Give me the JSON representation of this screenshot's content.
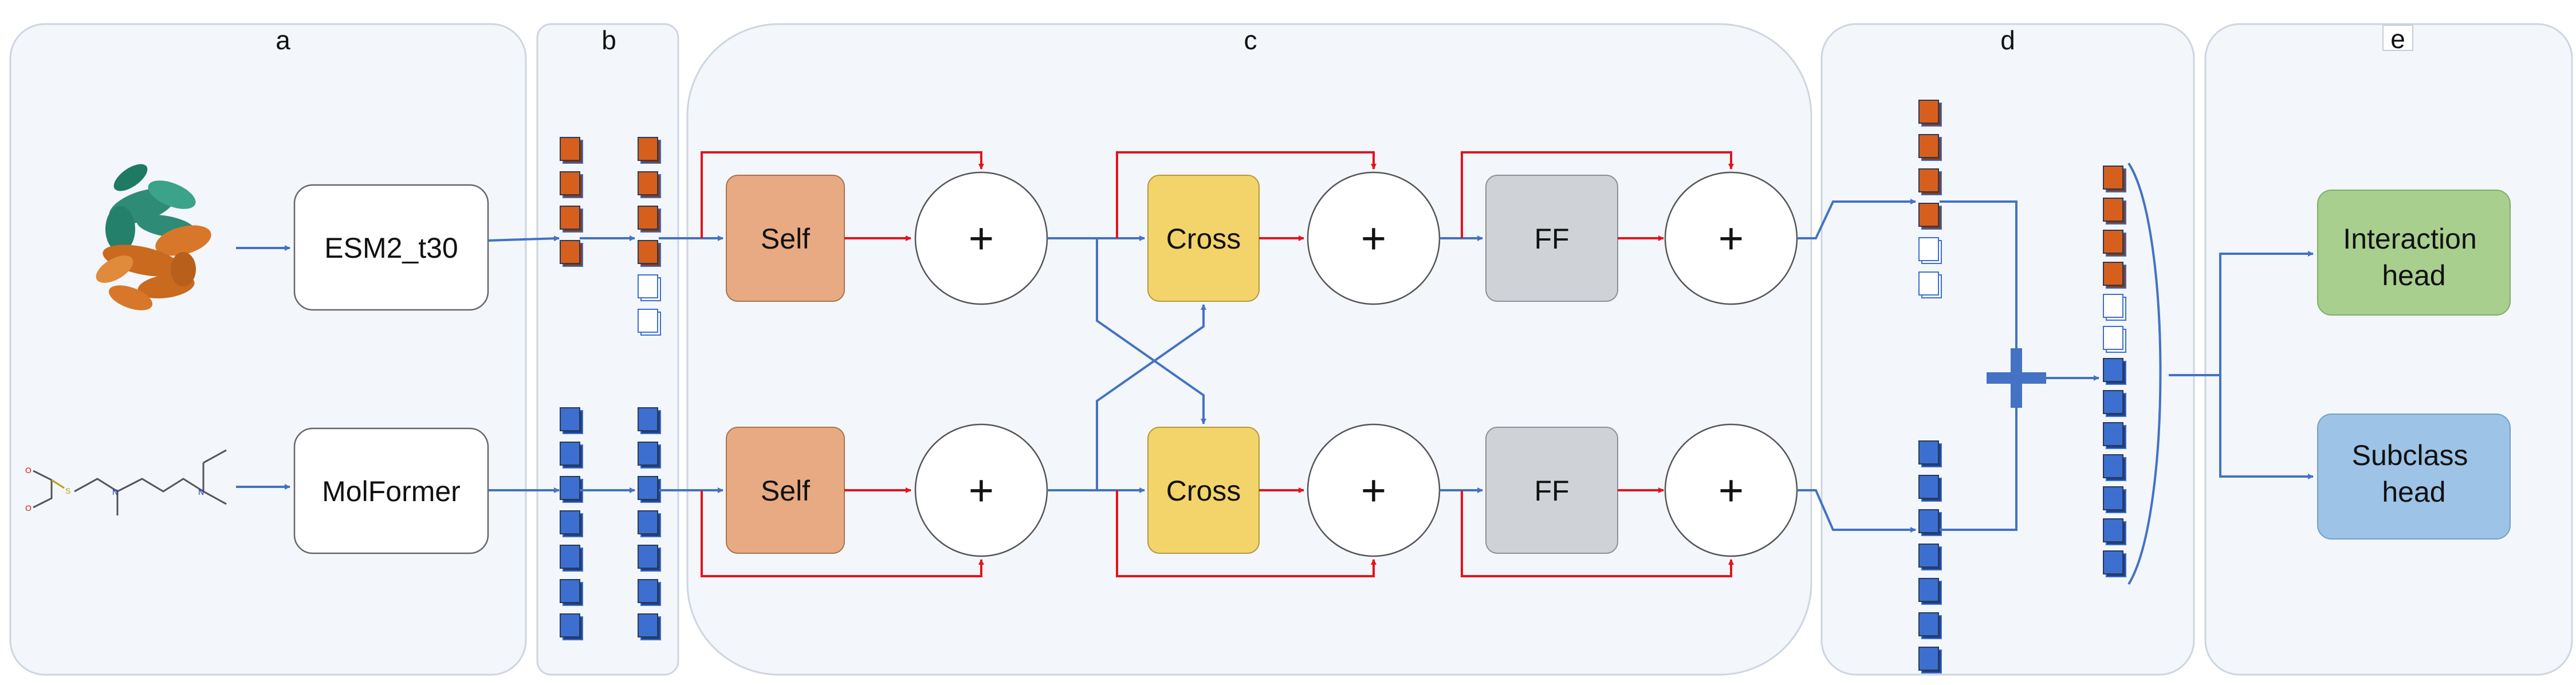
{
  "panels": {
    "a": "a",
    "b": "b",
    "c": "c",
    "d": "d",
    "e": "e"
  },
  "encoders": {
    "protein": "ESM2_t30",
    "molecule": "MolFormer"
  },
  "blocks": {
    "self": "Self",
    "cross": "Cross",
    "ff": "FF",
    "plus": "+"
  },
  "heads": {
    "interaction": "Interaction head",
    "subclass": "Subclass head"
  },
  "colors": {
    "self_block": "#e8aa82",
    "cross_block": "#f3d46b",
    "ff_block": "#cfd2d6",
    "interaction_head": "#a8cf8e",
    "subclass_head": "#9dc3e6",
    "protein_token": "#d65f1e",
    "molecule_token": "#3c6fd0",
    "main_arrow": "#4472c4",
    "residual_arrow": "#e3141b"
  },
  "icons": {
    "protein": "protein-structure-icon",
    "molecule": "molecule-structure-icon"
  }
}
